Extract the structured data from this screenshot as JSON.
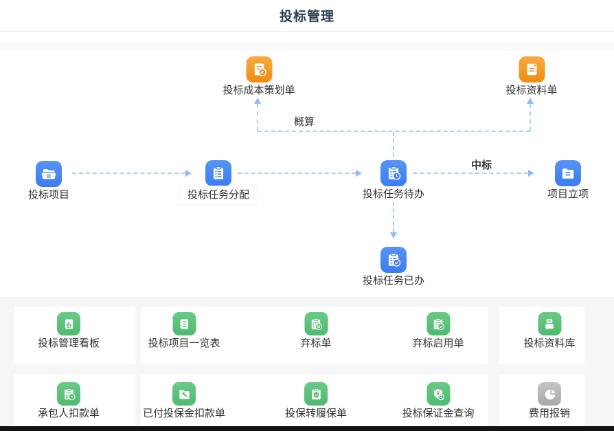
{
  "header": {
    "title": "投标管理"
  },
  "flow": {
    "nodes": {
      "bid_cost_plan": {
        "label": "投标成本策划单"
      },
      "bid_info_sheet": {
        "label": "投标资料单"
      },
      "bid_project": {
        "label": "投标项目"
      },
      "bid_task_assign": {
        "label": "投标任务分配"
      },
      "bid_task_todo": {
        "label": "投标任务待办"
      },
      "project_setup": {
        "label": "项目立项"
      },
      "bid_task_done": {
        "label": "投标任务已办"
      }
    },
    "edges": {
      "estimate_label": "概算",
      "win_label": "中标"
    }
  },
  "shortcuts": {
    "row1": [
      {
        "label": "投标管理看板"
      },
      {
        "label": "投标项目一览表"
      },
      {
        "label": "弃标单"
      },
      {
        "label": "弃标启用单"
      },
      {
        "label": "投标资料库"
      }
    ],
    "row2": [
      {
        "label": "承包人扣款单"
      },
      {
        "label": "已付投保金扣款单"
      },
      {
        "label": "投保转履保单"
      },
      {
        "label": "投标保证金查询"
      },
      {
        "label": "费用报销"
      }
    ]
  },
  "colors": {
    "title": "#2b3c50",
    "icon_blue": "#3d7cf0",
    "icon_orange": "#ee8d12",
    "icon_green": "#4fba70",
    "icon_gray": "#a9a9a9",
    "connector": "#abcef5",
    "section_bg": "#f5f6f8"
  }
}
